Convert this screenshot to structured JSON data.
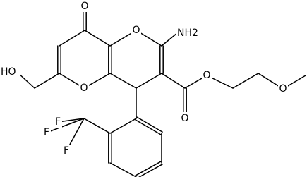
{
  "molecule": {
    "labels": {
      "ring_o_top": "O",
      "ring_o_bottom": "O",
      "carbonyl_o": "O",
      "ester_o_double": "O",
      "ester_o_single": "O",
      "ether_o": "O",
      "amino": "NH2",
      "hydroxyl": "HO",
      "fluorine_1": "F",
      "fluorine_2": "F",
      "fluorine_3": "F"
    }
  }
}
